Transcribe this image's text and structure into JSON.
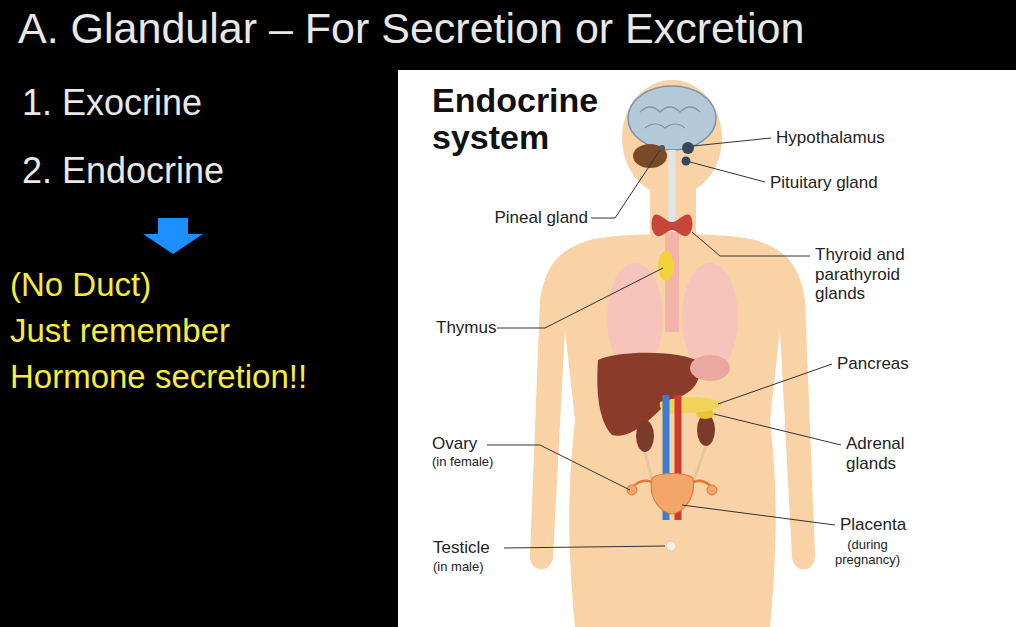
{
  "diagram": {
    "title": "A. Glandular – For Secretion or Excretion",
    "labels": [
      "1. Exocrine",
      "2. Endocrine",
      "(No Duct)",
      "Just remember",
      "Hormone secretion!!",
      "Endocrine system",
      "Hypothalamus",
      "Pituitary gland",
      "Pineal gland",
      "Thyroid and parathyroid glands",
      "Thymus",
      "Pancreas",
      "Ovary",
      "(in female)",
      "Adrenal glands",
      "Placenta",
      "(during pregnancy)",
      "Testicle",
      "(in male)"
    ]
  }
}
